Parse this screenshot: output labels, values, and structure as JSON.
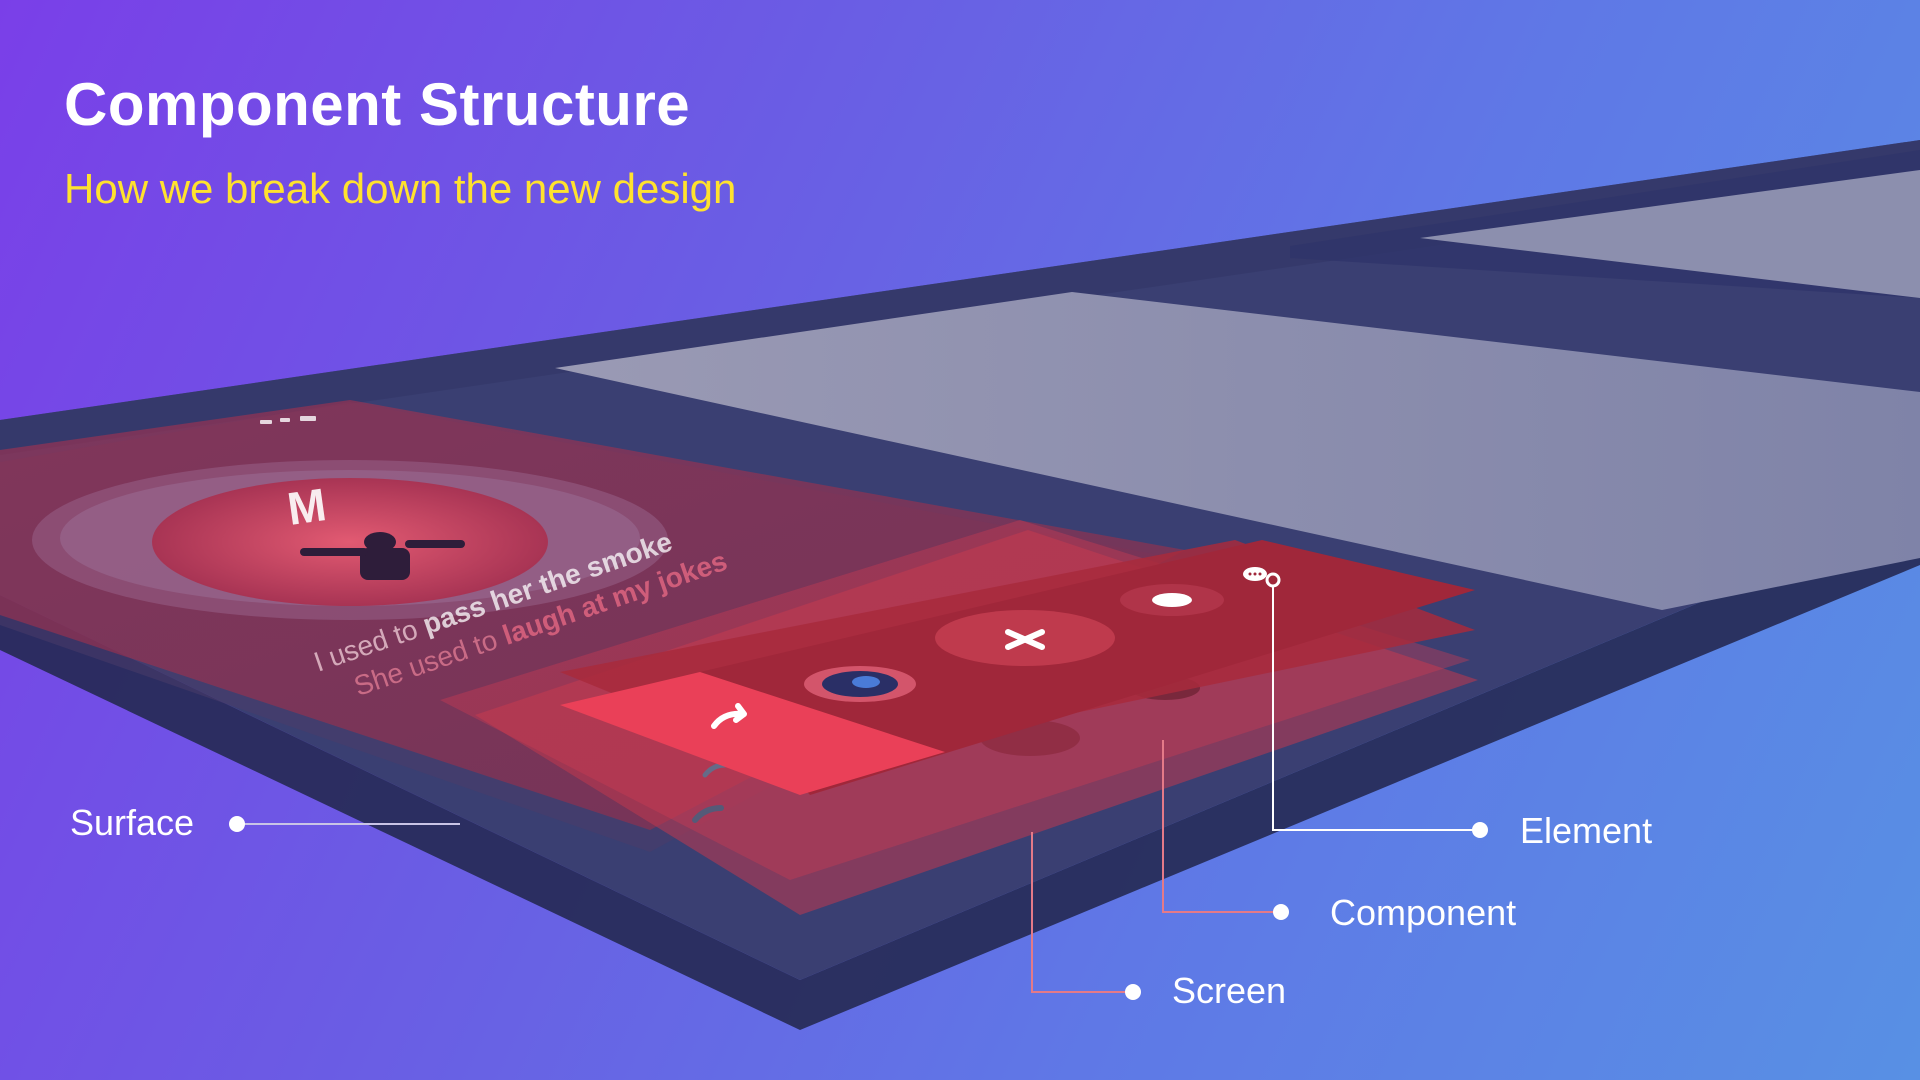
{
  "header": {
    "title": "Component Structure",
    "subtitle": "How we break down the new design"
  },
  "layers": {
    "surface": "Surface",
    "screen": "Screen",
    "component": "Component",
    "element": "Element"
  },
  "mockup": {
    "lyric_line1_start": "I used to ",
    "lyric_line1_bold": "pass her the smoke",
    "lyric_line2_start": "She used to ",
    "lyric_line2_bold": "laugh at my jokes",
    "logo_letter": "M"
  },
  "icons": {
    "close": "close-icon",
    "share": "share-icon",
    "clap": "clap-icon",
    "chat": "chat-bubble-icon",
    "avatar": "avatar"
  },
  "colors": {
    "title": "#ffffff",
    "subtitle": "#ffe22e",
    "screen_red": "#b7293a",
    "component_red": "#9a2230",
    "surface": "#3a3f72",
    "placeholder": "#8d8fb0"
  }
}
